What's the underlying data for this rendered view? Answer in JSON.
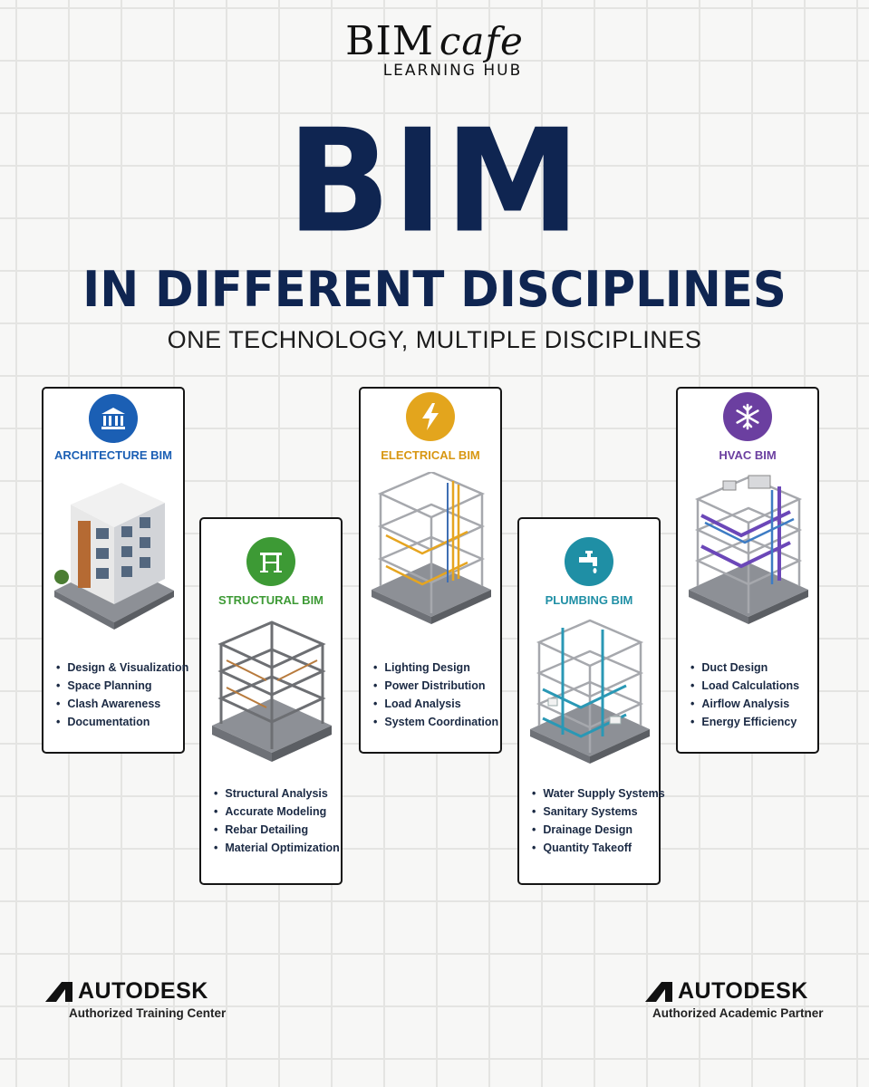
{
  "logo": {
    "brand": "BIM",
    "brand_script": "cafe",
    "subtitle": "LEARNING HUB"
  },
  "title": "BIM",
  "subtitle": "IN DIFFERENT DISCIPLINES",
  "tagline": "ONE TECHNOLOGY, MULTIPLE DISCIPLINES",
  "cards": [
    {
      "title": "ARCHITECTURE BIM",
      "icon": "building-columns-icon",
      "color": "#1b5fb4",
      "items": [
        "Design & Visualization",
        "Space Planning",
        "Clash Awareness",
        "Documentation"
      ]
    },
    {
      "title": "STRUCTURAL BIM",
      "icon": "structural-frame-icon",
      "color": "#3d9a35",
      "items": [
        "Structural Analysis",
        "Accurate Modeling",
        "Rebar Detailing",
        "Material Optimization"
      ]
    },
    {
      "title": "ELECTRICAL BIM",
      "icon": "lightning-bolt-icon",
      "color": "#e3a51d",
      "items": [
        "Lighting Design",
        "Power Distribution",
        "Load Analysis",
        "System Coordination"
      ]
    },
    {
      "title": "PLUMBING BIM",
      "icon": "water-tap-icon",
      "color": "#1f8fa5",
      "items": [
        "Water Supply Systems",
        "Sanitary Systems",
        "Drainage Design",
        "Quantity Takeoff"
      ]
    },
    {
      "title": "HVAC BIM",
      "icon": "snowflake-icon",
      "color": "#6b3fa0",
      "items": [
        "Duct Design",
        "Load Calculations",
        "Airflow Analysis",
        "Energy Efficiency"
      ]
    }
  ],
  "footer": {
    "left": {
      "brand": "AUTODESK",
      "label": "Authorized Training Center"
    },
    "right": {
      "brand": "AUTODESK",
      "label": "Authorized Academic Partner"
    }
  }
}
